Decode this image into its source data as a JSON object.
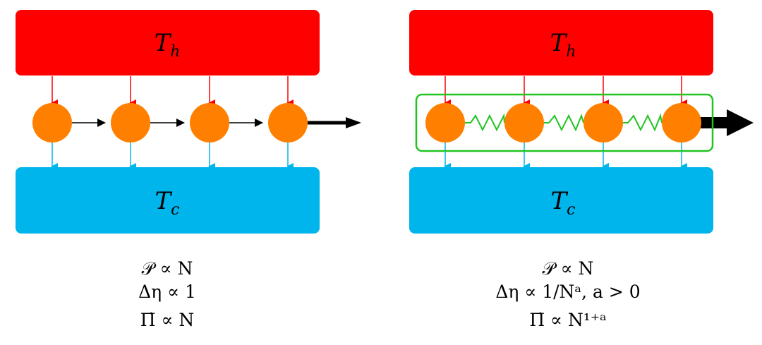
{
  "colors": {
    "hot": "#ff0000",
    "cold": "#00b5ec",
    "engine": "#ff8000",
    "coupling": "#22c422",
    "arrow": "#000000",
    "text": "#000000"
  },
  "reservoirs": {
    "hot_label": "T",
    "hot_sub": "h",
    "cold_label": "T",
    "cold_sub": "c"
  },
  "panels": [
    {
      "id": "independent",
      "coupled": false,
      "engines": 4,
      "scalings": [
        "𝒫 ∝ N",
        "Δη ∝ 1",
        "Π̇ ∝ N"
      ]
    },
    {
      "id": "interacting",
      "coupled": true,
      "engines": 4,
      "scalings": [
        "𝒫 ∝ N",
        "Δη ∝ 1/Nᵃ, a > 0",
        "Π̇ ∝ N¹⁺ᵃ"
      ]
    }
  ]
}
